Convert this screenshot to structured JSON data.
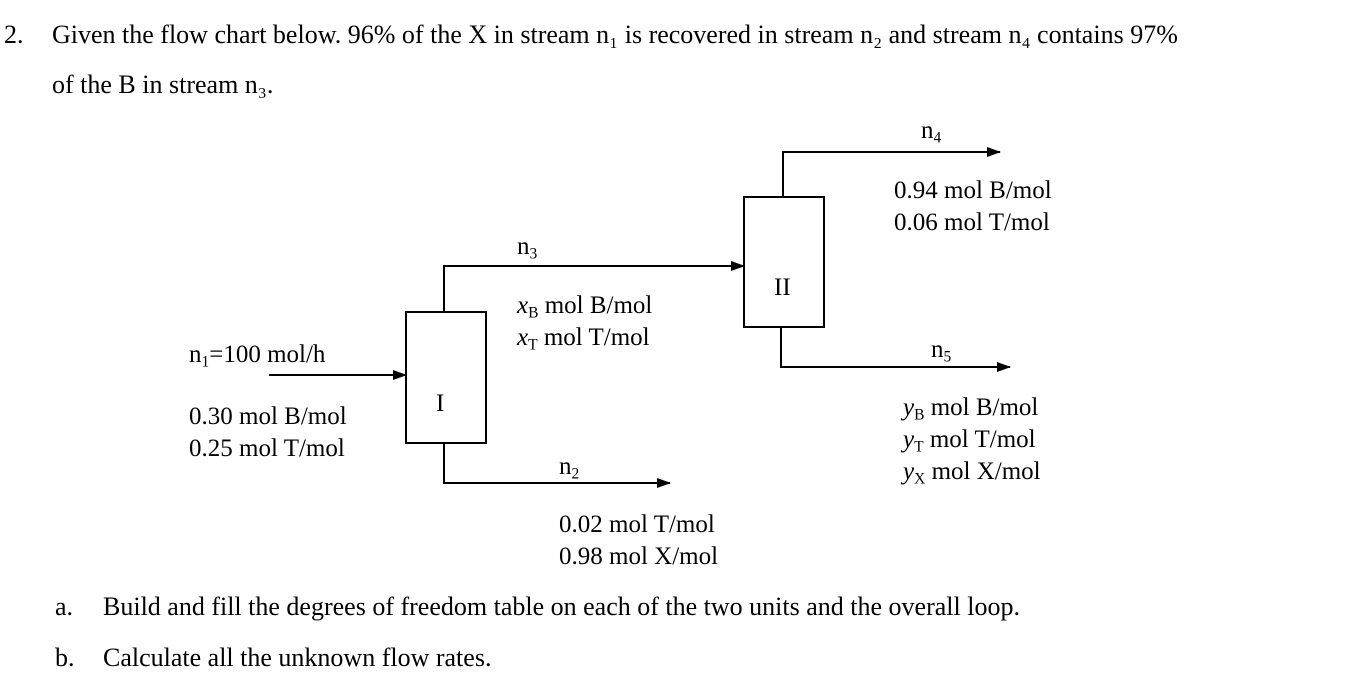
{
  "problem": {
    "number": "2.",
    "line1": "Given the flow chart below. 96% of the X in stream n₁ is recovered in stream n₂ and stream n₄ contains 97%",
    "line2": "of the B in stream n₃."
  },
  "diagram": {
    "units": {
      "unit1": "I",
      "unit2": "II"
    },
    "feed": {
      "label": "n",
      "sub": "1",
      "value": "=100 mol/h",
      "comp1": "0.30 mol B/mol",
      "comp2": "0.25 mol T/mol"
    },
    "stream2": {
      "label": "n",
      "sub": "2",
      "comp1": "0.02 mol T/mol",
      "comp2": "0.98 mol X/mol"
    },
    "stream3": {
      "label": "n",
      "sub": "3",
      "comp1": {
        "var": "x",
        "sub": "B",
        "rest": " mol B/mol"
      },
      "comp2": {
        "var": "x",
        "sub": "T",
        "rest": " mol T/mol"
      }
    },
    "stream4": {
      "label": "n",
      "sub": "4",
      "comp1": "0.94 mol B/mol",
      "comp2": "0.06 mol T/mol"
    },
    "stream5": {
      "label": "n",
      "sub": "5",
      "comp1": {
        "var": "y",
        "sub": "B",
        "rest": " mol B/mol"
      },
      "comp2": {
        "var": "y",
        "sub": "T",
        "rest": " mol T/mol"
      },
      "comp3": {
        "var": "y",
        "sub": "X",
        "rest": " mol X/mol"
      }
    }
  },
  "questions": [
    {
      "letter": "a.",
      "text": "Build and fill the degrees of freedom table on each of the two units and the overall loop."
    },
    {
      "letter": "b.",
      "text": "Calculate all the unknown flow rates."
    }
  ]
}
